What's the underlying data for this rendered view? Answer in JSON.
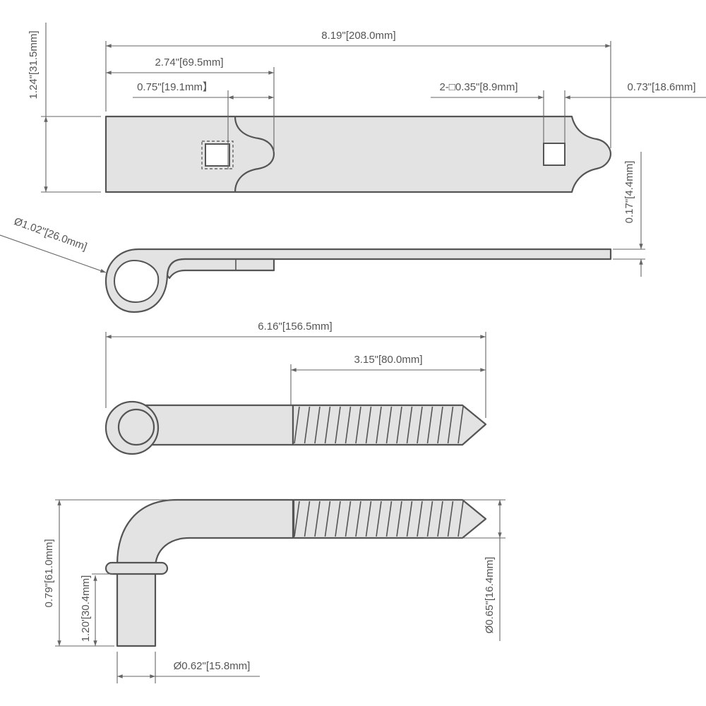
{
  "drawing": {
    "strap_dimensions": {
      "overall_length": "8.19\"[208.0mm]",
      "scallop_offset": "2.74\"[69.5mm]",
      "hole_offset": "0.75\"[19.1mm】",
      "hole_size": "2-□0.35\"[8.9mm]",
      "end_offset": "0.73\"[18.6mm]",
      "width": "1.24\"[31.5mm]",
      "thickness": "0.17\"[4.4mm]",
      "loop_diameter": "Ø1.02\"[26.0mm]"
    },
    "eye_screw_dimensions": {
      "overall_length": "6.16\"[156.5mm]",
      "thread_length": "3.15\"[80.0mm]"
    },
    "pintle_dimensions": {
      "overall_height": "0.79\"[61.0mm]",
      "pin_length": "1.20'[30.4mm]",
      "thread_diameter": "Ø0.65\"[16.4mm]",
      "pin_diameter": "Ø0.62\"[15.8mm]"
    },
    "colors": {
      "part_fill": "#e3e3e3",
      "outline": "#555555",
      "dimension": "#666666"
    }
  }
}
